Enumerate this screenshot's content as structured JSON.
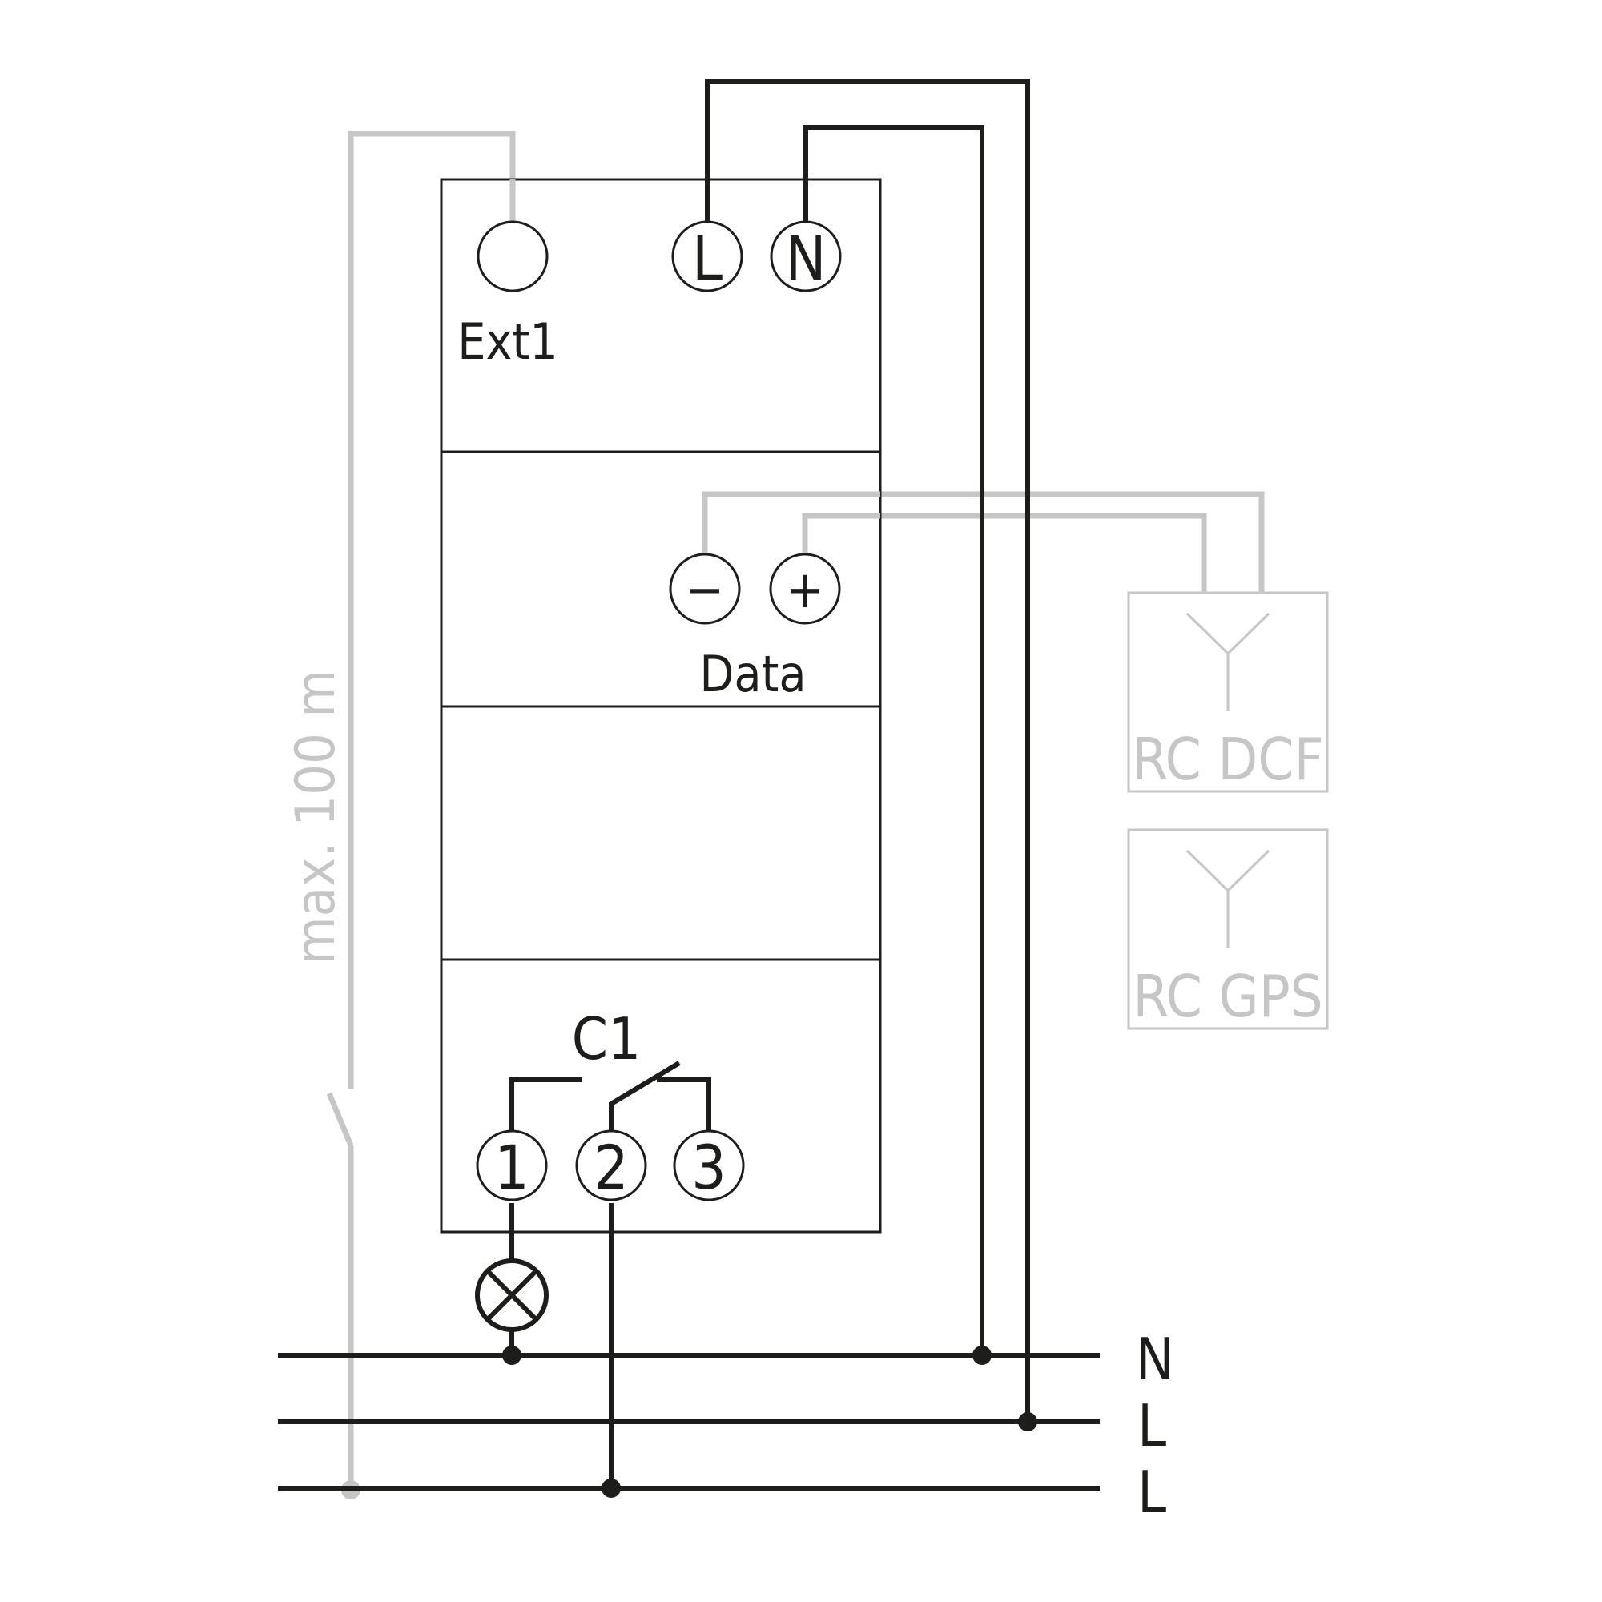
{
  "device": {
    "terminals_top": {
      "ext": {
        "label": "Ext1"
      },
      "l": {
        "label": "L"
      },
      "n": {
        "label": "N"
      }
    },
    "data": {
      "minus": {
        "label": "−"
      },
      "plus": {
        "label": "+"
      },
      "label": "Data"
    },
    "relay": {
      "label": "C1",
      "terminals": [
        {
          "label": "1"
        },
        {
          "label": "2"
        },
        {
          "label": "3"
        }
      ]
    }
  },
  "antennas": [
    {
      "label": "RC DCF"
    },
    {
      "label": "RC GPS"
    }
  ],
  "bus_lines": [
    {
      "label": "N"
    },
    {
      "label": "L"
    },
    {
      "label": "L"
    }
  ],
  "distance_note": "max. 100 m",
  "colors": {
    "wire_dark": "#1d1d1b",
    "wire_grey": "#c6c6c6"
  }
}
